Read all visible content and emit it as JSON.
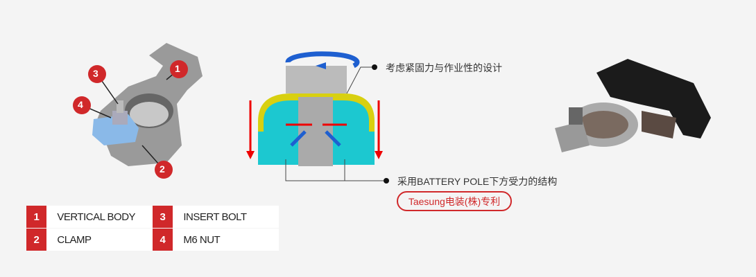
{
  "legend": [
    {
      "num": "1",
      "label": "VERTICAL BODY"
    },
    {
      "num": "3",
      "label": "INSERT BOLT"
    },
    {
      "num": "2",
      "label": "CLAMP"
    },
    {
      "num": "4",
      "label": "M6 NUT"
    }
  ],
  "markers": [
    "1",
    "2",
    "3",
    "4"
  ],
  "callouts": {
    "top": "考虑紧固力与作业性的设计",
    "bottom": "采用BATTERY POLE下方受力的结构",
    "badge": "Taesung电装(株)专利"
  },
  "colors": {
    "accent": "#d0282a",
    "background": "#f4f4f4"
  }
}
